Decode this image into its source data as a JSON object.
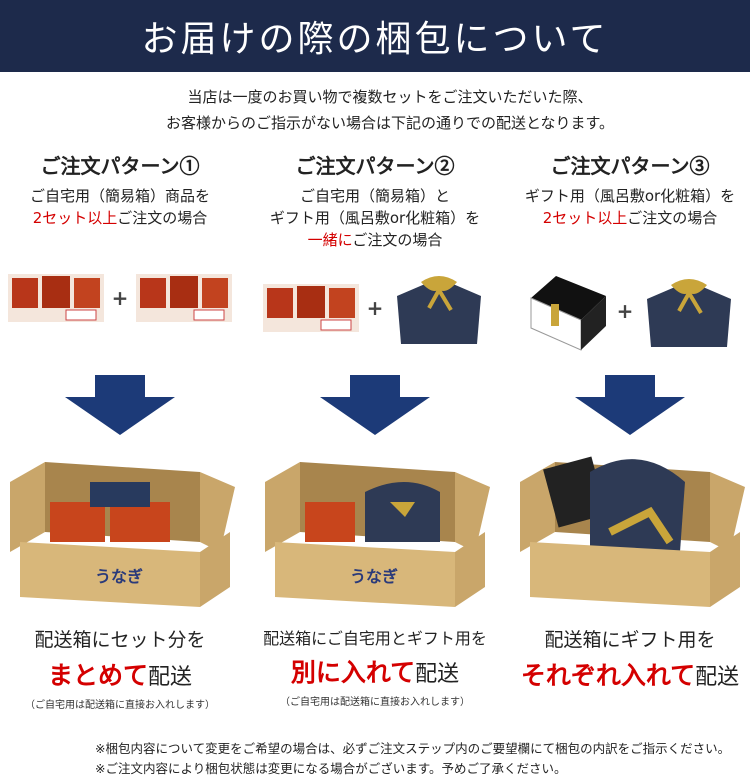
{
  "header": {
    "title": "お届けの際の梱包について"
  },
  "intro": [
    "当店は一度のお買い物で複数セットをご注文いただいた際、",
    "お客様からのご指示がない場合は下記の通りでの配送となります。"
  ],
  "patterns": [
    {
      "title": "ご注文パターン①",
      "lines": [
        [
          {
            "t": "ご自宅用（簡易箱）商品を",
            "red": false
          }
        ],
        [
          {
            "t": "2セット以上",
            "red": true
          },
          {
            "t": "ご注文の場合",
            "red": false
          }
        ]
      ],
      "items": [
        "eel-pack",
        "eel-pack"
      ],
      "plus": "+",
      "result_line1": "配送箱にセット分を",
      "result_red": "まとめて",
      "result_tail": "配送",
      "result_note": "（ご自宅用は配送箱に直接お入れします）",
      "box_label": "うなぎ"
    },
    {
      "title": "ご注文パターン②",
      "lines": [
        [
          {
            "t": "ご自宅用（簡易箱）と",
            "red": false
          }
        ],
        [
          {
            "t": "ギフト用（風呂敷or化粧箱）を",
            "red": false
          }
        ],
        [
          {
            "t": "一緒に",
            "red": true
          },
          {
            "t": "ご注文の場合",
            "red": false
          }
        ]
      ],
      "items": [
        "eel-pack",
        "furoshiki"
      ],
      "plus": "+",
      "result_line1": "配送箱にご自宅用とギフト用を",
      "result_red": "別に入れて",
      "result_tail": "配送",
      "result_note": "（ご自宅用は配送箱に直接お入れします）",
      "box_label": "うなぎ"
    },
    {
      "title": "ご注文パターン③",
      "lines": [
        [
          {
            "t": "ギフト用（風呂敷or化粧箱）を",
            "red": false
          }
        ],
        [
          {
            "t": "2セット以上",
            "red": true
          },
          {
            "t": "ご注文の場合",
            "red": false
          }
        ]
      ],
      "items": [
        "gift-box",
        "furoshiki"
      ],
      "plus": "+",
      "result_line1": "配送箱にギフト用を",
      "result_red": "それぞれ入れて",
      "result_tail": "配送",
      "result_note": "",
      "box_label": ""
    }
  ],
  "notes": [
    "※梱包内容について変更をご希望の場合は、必ずご注文ステップ内のご要望欄にて梱包の内訳をご指示ください。",
    "※ご注文内容により梱包状態は変更になる場合がございます。予めご了承ください。"
  ],
  "colors": {
    "header": "#1d2a4b",
    "arrow": "#1c3a78",
    "red": "#d40000",
    "cardboard": "#d8b77a",
    "furoshiki": "#2e3a55",
    "knot": "#c9a53a"
  }
}
